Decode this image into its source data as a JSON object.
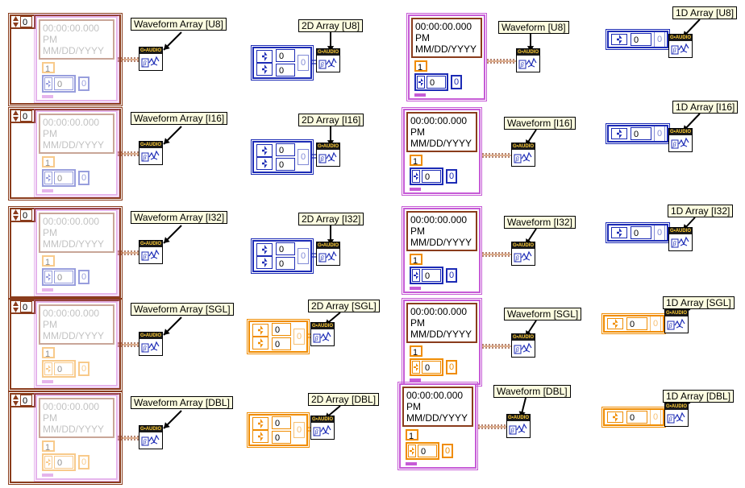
{
  "colors": {
    "u8": "#1c2bb5",
    "i16": "#1c2bb5",
    "i32": "#1c2bb5",
    "sgl": "#f08c00",
    "dbl": "#f08c00",
    "waveform_int": "#8a3c1c",
    "waveform_float": "#8a3c1c",
    "cluster": "#c65bd6",
    "audio_band": "#1a1a1a",
    "audio_text": "#ffcc33"
  },
  "icons": {
    "audio": "g-audio-icon",
    "arrow": "pointer-arrow-icon"
  },
  "common": {
    "index_zero": "0",
    "timestamp": "00:00:00.000 PM",
    "date_format": "MM/DD/YYYY",
    "dt": "1",
    "element_zero": "0",
    "audio_tag": "G•AUDIO",
    "audio_glyph": "ẞ"
  },
  "rows": [
    {
      "waveform_array_label": "Waveform Array [U8]",
      "array_2d_label": "2D Array [U8]",
      "waveform_label": "Waveform [U8]",
      "array_1d_label": "1D Array [U8]"
    },
    {
      "waveform_array_label": "Waveform Array [I16]",
      "array_2d_label": "2D Array [I16]",
      "waveform_label": "Waveform [I16]",
      "array_1d_label": "1D Array [I16]"
    },
    {
      "waveform_array_label": "Waveform Array [I32]",
      "array_2d_label": "2D Array [I32]",
      "waveform_label": "Waveform [I32]",
      "array_1d_label": "1D Array [I32]"
    },
    {
      "waveform_array_label": "Waveform Array [SGL]",
      "array_2d_label": "2D Array [SGL]",
      "waveform_label": "Waveform [SGL]",
      "array_1d_label": "1D Array [SGL]"
    },
    {
      "waveform_array_label": "Waveform Array [DBL]",
      "array_2d_label": "2D Array [DBL]",
      "waveform_label": "Waveform [DBL]",
      "array_1d_label": "1D Array [DBL]"
    }
  ]
}
